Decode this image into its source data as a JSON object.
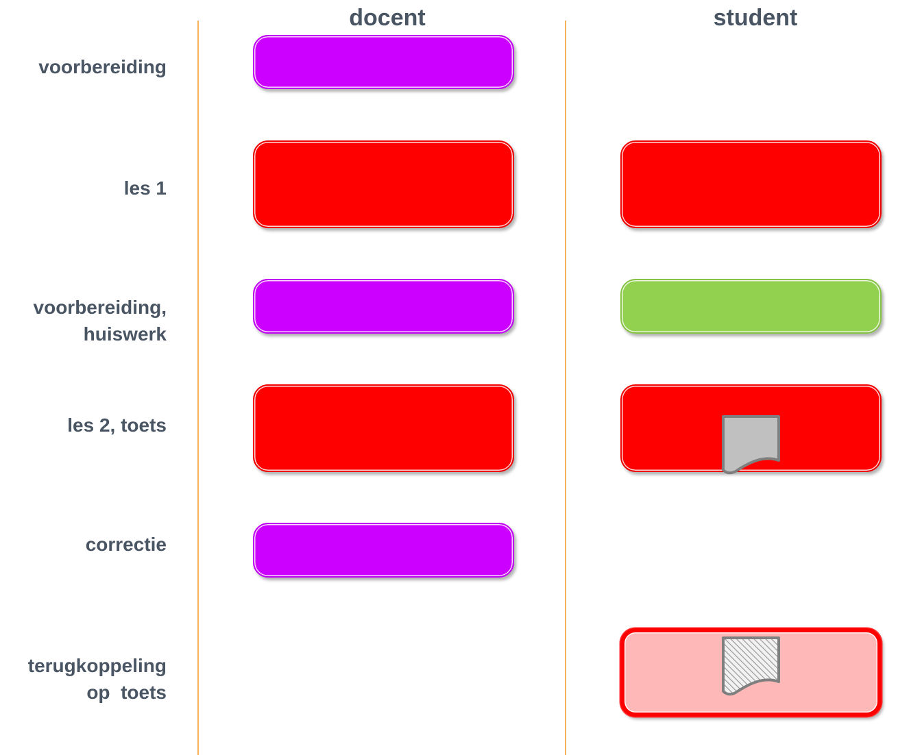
{
  "columns": {
    "docent": "docent",
    "student": "student"
  },
  "rows": {
    "r1": [
      "voorbereiding"
    ],
    "r2": [
      "les 1"
    ],
    "r3": [
      "voorbereiding,",
      "huiswerk"
    ],
    "r4": [
      "les 2, toets"
    ],
    "r5": [
      "correctie"
    ],
    "r6": [
      "terugkoppeling",
      "op  toets"
    ]
  },
  "colors": {
    "purple": "#cc00ff",
    "red": "#ff0000",
    "green": "#92d050",
    "pink": "#ffb8b8",
    "divider": "#f6b25a",
    "text": "#4a5563",
    "document": "#c0c0c0"
  },
  "icons": [
    "document-icon",
    "hatched-document-icon"
  ]
}
